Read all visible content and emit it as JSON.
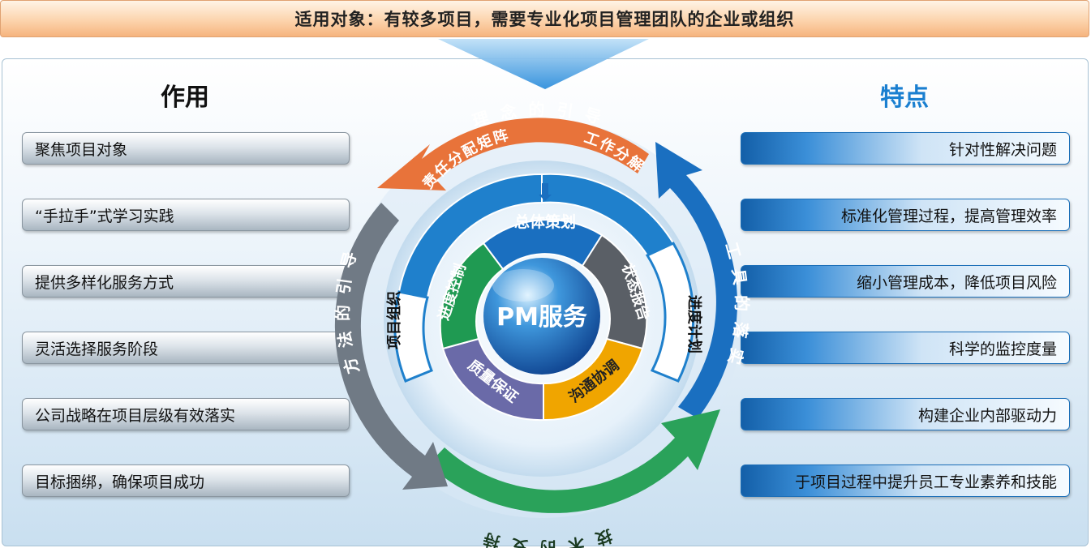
{
  "banner": {
    "title": "适用对象：有较多项目，需要专业化项目管理团队的企业或组织"
  },
  "left_panel": {
    "heading": "作用",
    "items": [
      "聚焦项目对象",
      "“手拉手”式学习实践",
      "提供多样化服务方式",
      "灵活选择服务阶段",
      "公司战略在项目层级有效落实",
      "目标捆绑，确保项目成功"
    ]
  },
  "right_panel": {
    "heading": "特点",
    "items": [
      "针对性解决问题",
      "标准化管理过程，提高管理效率",
      "缩小管理成本，降低项目风险",
      "科学的监控度量",
      "构建企业内部驱动力",
      "于项目过程中提升员工专业素养和技能"
    ]
  },
  "cycle": {
    "center": "PM服务",
    "outer_arrows": [
      {
        "label": "理念的引导",
        "color": "#e8733a"
      },
      {
        "label": "工具的落实",
        "color": "#1a6fc0"
      },
      {
        "label": "技术的支持",
        "color": "#2aa25a"
      },
      {
        "label": "方法的引导",
        "color": "#707a85"
      }
    ],
    "middle_ring": [
      "责任分配矩阵",
      "工作分解",
      "进度计划",
      "项目组织"
    ],
    "inner_ring": [
      {
        "label": "总体策划",
        "color": "#1a6fc0"
      },
      {
        "label": "状态报告",
        "color": "#5a5f66"
      },
      {
        "label": "沟通协调",
        "color": "#f0a500"
      },
      {
        "label": "质量保证",
        "color": "#6a6aa8"
      },
      {
        "label": "进度控制",
        "color": "#1f9a52"
      }
    ]
  }
}
